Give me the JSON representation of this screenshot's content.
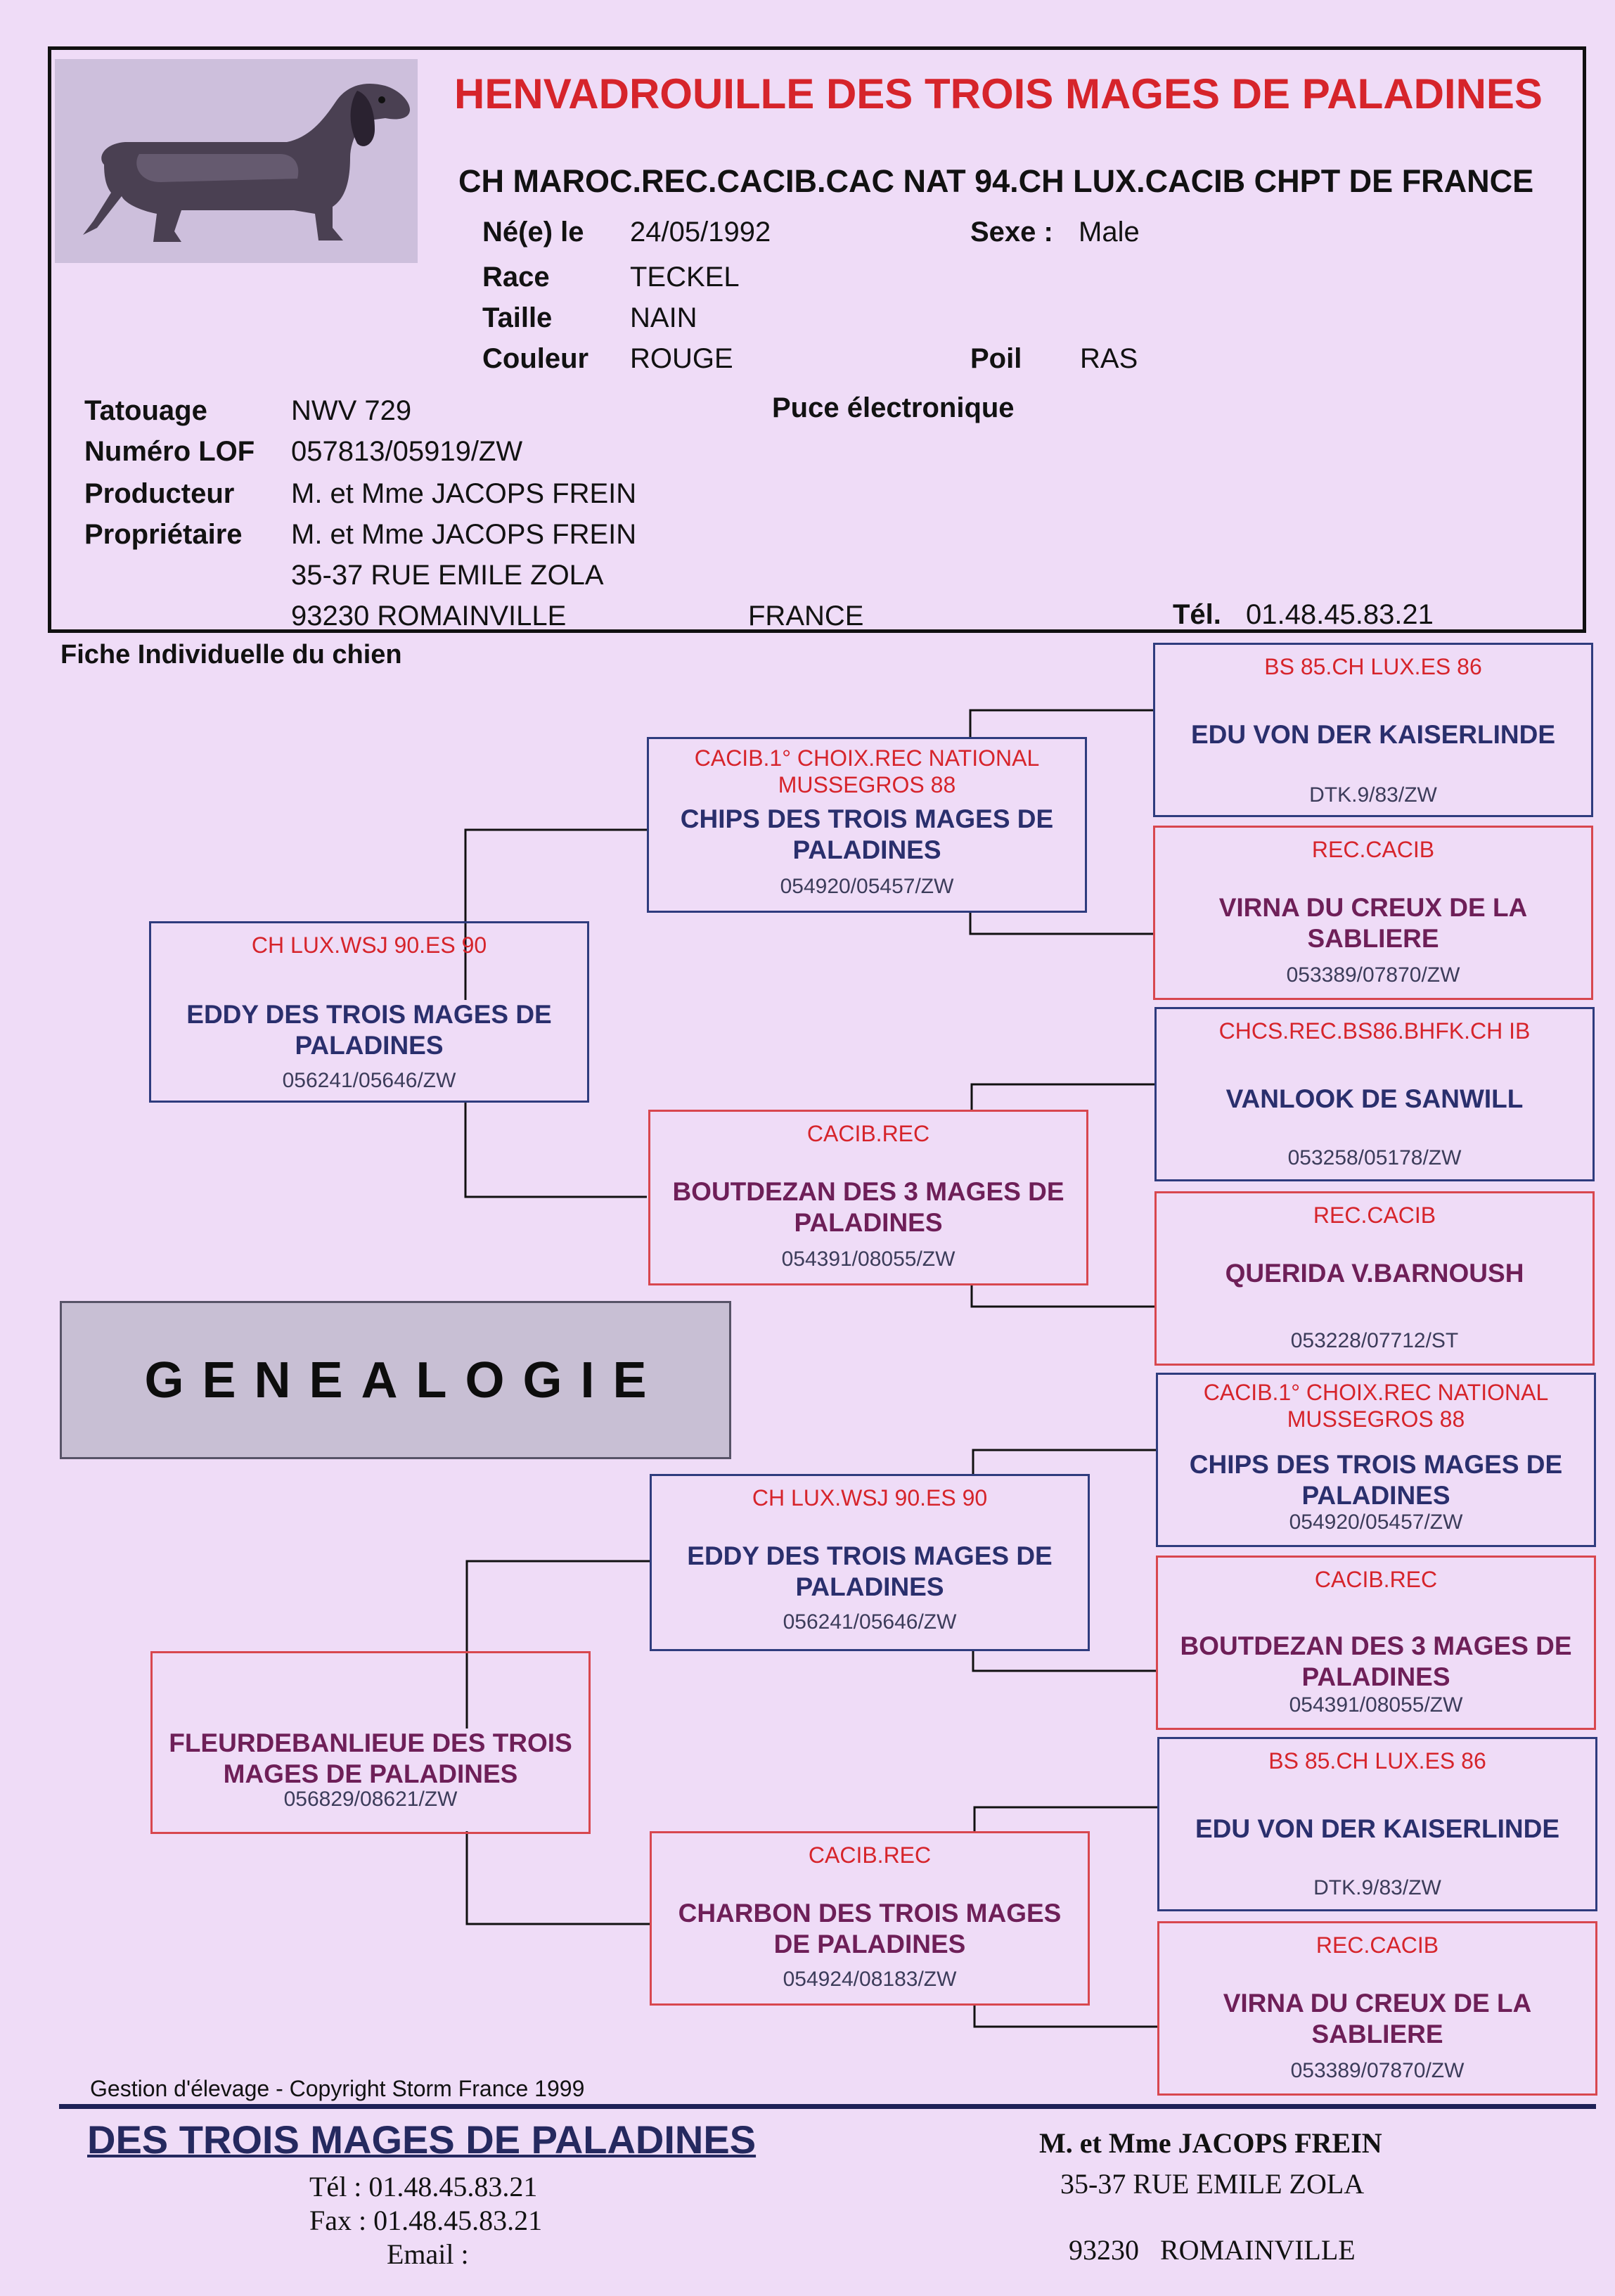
{
  "header": {
    "dog_name": "HENVADROUILLE DES TROIS MAGES DE PALADINES",
    "titles": "CH MAROC.REC.CACIB.CAC NAT 94.CH LUX.CACIB CHPT DE FRANCE",
    "fields": {
      "born_label": "Né(e) le",
      "born": "24/05/1992",
      "sex_label": "Sexe :",
      "sex": "Male",
      "breed_label": "Race",
      "breed": "TECKEL",
      "size_label": "Taille",
      "size": "NAIN",
      "color_label": "Couleur",
      "color": "ROUGE",
      "coat_label": "Poil",
      "coat": "RAS",
      "tattoo_label": "Tatouage",
      "tattoo": "NWV 729",
      "chip_label": "Puce électronique",
      "lof_label": "Numéro LOF",
      "lof": "057813/05919/ZW",
      "producer_label": "Producteur",
      "producer": "M. et Mme JACOPS FREIN",
      "owner_label": "Propriétaire",
      "owner": "M. et Mme JACOPS FREIN",
      "address1": "35-37 RUE EMILE ZOLA",
      "address2": "93230 ROMAINVILLE",
      "country": "FRANCE",
      "tel_label": "Tél.",
      "tel": "01.48.45.83.21"
    }
  },
  "fiche_label": "Fiche Individuelle du chien",
  "genealogie_label": "GENEALOGIE",
  "pedigree": {
    "sire": {
      "title": "CH LUX.WSJ 90.ES 90",
      "name": "EDDY DES TROIS MAGES DE PALADINES",
      "reg": "056241/05646/ZW"
    },
    "dam": {
      "title": "",
      "name": "FLEURDEBANLIEUE DES TROIS MAGES DE PALADINES",
      "reg": "056829/08621/ZW"
    },
    "ss": {
      "title": "CACIB.1° CHOIX.REC NATIONAL MUSSEGROS 88",
      "name": "CHIPS DES TROIS MAGES DE PALADINES",
      "reg": "054920/05457/ZW"
    },
    "sd": {
      "title": "CACIB.REC",
      "name": "BOUTDEZAN DES 3 MAGES DE PALADINES",
      "reg": "054391/08055/ZW"
    },
    "ds": {
      "title": "CH LUX.WSJ 90.ES 90",
      "name": "EDDY DES TROIS MAGES DE PALADINES",
      "reg": "056241/05646/ZW"
    },
    "dd": {
      "title": "CACIB.REC",
      "name": "CHARBON DES TROIS MAGES DE PALADINES",
      "reg": "054924/08183/ZW"
    },
    "sss": {
      "title": "BS 85.CH LUX.ES 86",
      "name": "EDU VON DER KAISERLINDE",
      "reg": "DTK.9/83/ZW"
    },
    "ssd": {
      "title": "REC.CACIB",
      "name": "VIRNA DU CREUX DE LA SABLIERE",
      "reg": "053389/07870/ZW"
    },
    "sds": {
      "title": "CHCS.REC.BS86.BHFK.CH IB",
      "name": "VANLOOK DE SANWILL",
      "reg": "053258/05178/ZW"
    },
    "sdd": {
      "title": "REC.CACIB",
      "name": "QUERIDA V.BARNOUSH",
      "reg": "053228/07712/ST"
    },
    "dss": {
      "title": "CACIB.1° CHOIX.REC NATIONAL MUSSEGROS 88",
      "name": "CHIPS DES TROIS MAGES DE PALADINES",
      "reg": "054920/05457/ZW"
    },
    "dsd": {
      "title": "CACIB.REC",
      "name": "BOUTDEZAN DES 3 MAGES DE PALADINES",
      "reg": "054391/08055/ZW"
    },
    "dds": {
      "title": "BS 85.CH LUX.ES 86",
      "name": "EDU VON DER KAISERLINDE",
      "reg": "DTK.9/83/ZW"
    },
    "ddd": {
      "title": "REC.CACIB",
      "name": "VIRNA DU CREUX DE LA SABLIERE",
      "reg": "053389/07870/ZW"
    }
  },
  "footer": {
    "copyright": "Gestion d'élevage  -  Copyright Storm France 1999",
    "kennel": "DES TROIS MAGES DE PALADINES",
    "tel": "Tél : 01.48.45.83.21",
    "fax": "Fax : 01.48.45.83.21",
    "email": "Email :",
    "owner": "M. et Mme JACOPS FREIN",
    "address": "35-37 RUE EMILE ZOLA",
    "city": "93230   ROMAINVILLE"
  },
  "colors": {
    "title_red": "#d6242b",
    "navy": "#2a2f6d",
    "purple": "#6e1f58",
    "background": "#efdcf7"
  }
}
